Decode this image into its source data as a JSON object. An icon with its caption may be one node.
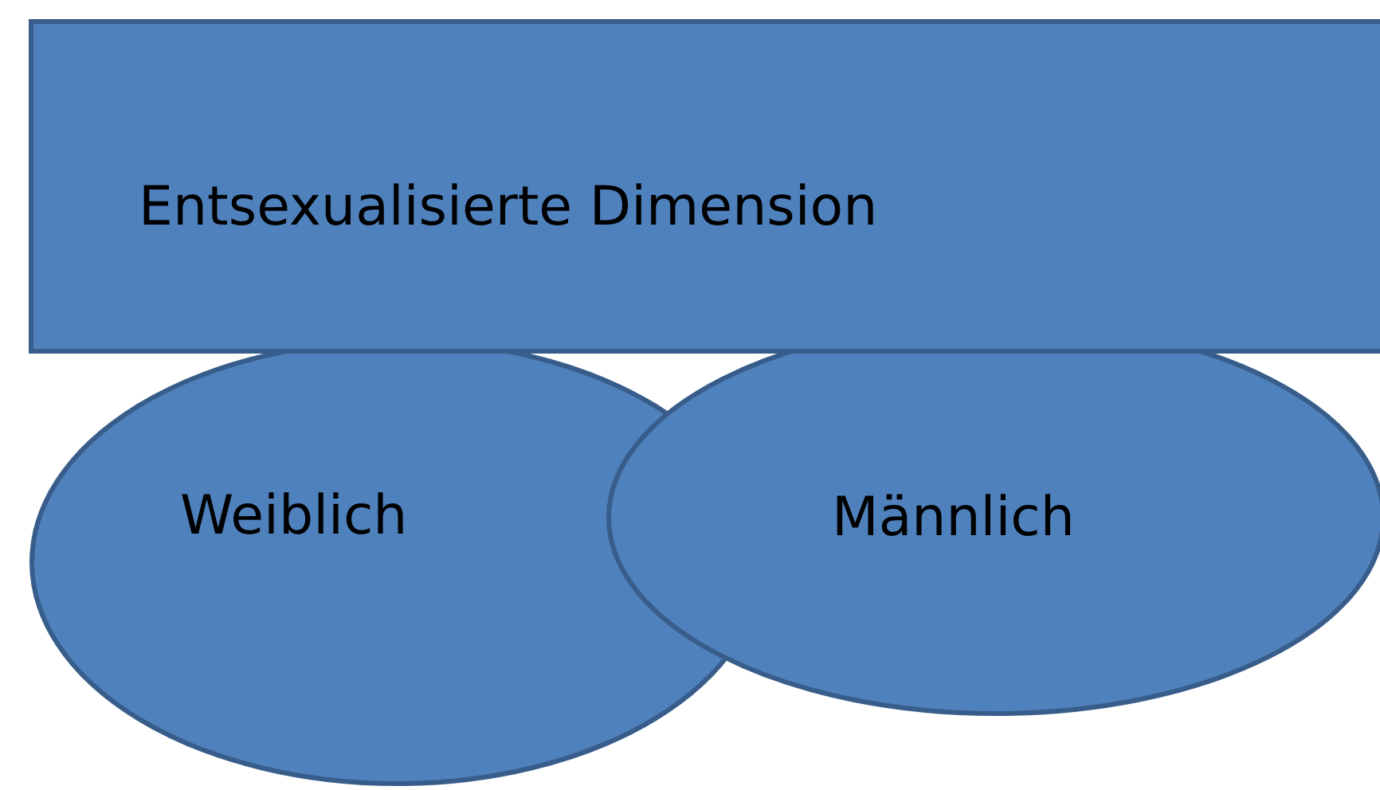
{
  "diagram": {
    "nodes": [
      {
        "text": [
          "Entsexualisierte Dimension"
        ]
      },
      {
        "text": [
          "Weiblich"
        ]
      },
      {
        "text": [
          "Männlich"
        ]
      }
    ]
  }
}
